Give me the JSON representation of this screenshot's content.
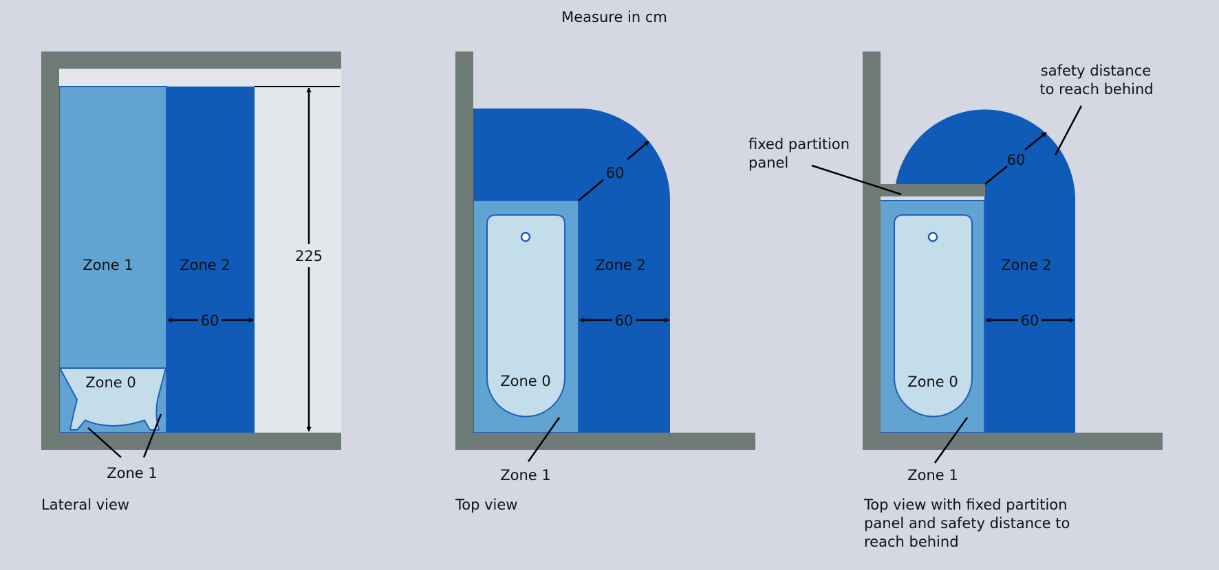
{
  "title": "Measure in cm",
  "colors": {
    "background": "#d5d7e3",
    "wall": "#6e7b76",
    "zone1": "#62a4d1",
    "zone2": "#0f5bb7",
    "zone0": "#c4ddeb",
    "ceiling_gap": "#e3e6ea",
    "outline": "#1d5fb8"
  },
  "lateral": {
    "caption": "Lateral view",
    "zone1_label": "Zone 1",
    "zone2_label": "Zone 2",
    "zone0_label": "Zone 0",
    "zone1_callout": "Zone 1",
    "width_label": "60",
    "height_label": "225"
  },
  "top": {
    "caption": "Top view",
    "zone2_label": "Zone 2",
    "zone0_label": "Zone 0",
    "zone1_callout": "Zone 1",
    "radius_label": "60",
    "width_label": "60"
  },
  "partition": {
    "caption_line1": "Top view with fixed partition",
    "caption_line2": "panel and safety distance to",
    "caption_line3": "reach behind",
    "zone2_label": "Zone 2",
    "zone0_label": "Zone 0",
    "zone1_callout": "Zone 1",
    "radius_label": "60",
    "width_label": "60",
    "panel_label_line1": "fixed partition",
    "panel_label_line2": "panel",
    "safety_label_line1": "safety distance",
    "safety_label_line2": "to reach behind"
  }
}
